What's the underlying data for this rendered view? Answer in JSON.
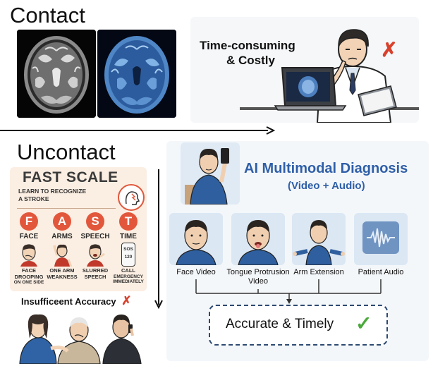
{
  "sections": {
    "contact_title": "Contact",
    "uncontact_title": "Uncontact"
  },
  "contact": {
    "note_line1": "Time-consuming",
    "note_line2": "& Costly",
    "mark": "✗"
  },
  "fast": {
    "title": "FAST SCALE",
    "subtitle_line1": "LEARN TO RECOGNIZE",
    "subtitle_line2": "A STROKE",
    "letters": [
      {
        "letter": "F",
        "word": "FACE",
        "desc_line1": "FACE",
        "desc_line2": "DROOPING",
        "desc_line3": "ON ONE SIDE"
      },
      {
        "letter": "A",
        "word": "ARMS",
        "desc_line1": "ONE ARM",
        "desc_line2": "WEAKNESS",
        "desc_line3": ""
      },
      {
        "letter": "S",
        "word": "SPEECH",
        "desc_line1": "SLURRED",
        "desc_line2": "SPEECH",
        "desc_line3": ""
      },
      {
        "letter": "T",
        "word": "TIME",
        "desc_line1": "CALL",
        "desc_line2": "EMERGENCY",
        "desc_line3": "IMMEDIATELY"
      }
    ],
    "phone_text_1": "SOS",
    "phone_text_2": "120",
    "result": "Insufficeent Accuracy",
    "mark": "✗"
  },
  "ai": {
    "title": "AI Multimodal Diagnosis",
    "subtitle": "(Video + Audio)",
    "inputs": [
      {
        "label_line1": "Face Video",
        "label_line2": "",
        "icon": "face-icon"
      },
      {
        "label_line1": "Tongue Protrusion",
        "label_line2": "Video",
        "icon": "tongue-icon"
      },
      {
        "label_line1": "Arm Extension",
        "label_line2": "",
        "icon": "arms-icon"
      },
      {
        "label_line1": "Patient Audio",
        "label_line2": "",
        "icon": "waveform-icon"
      }
    ],
    "output": "Accurate & Timely",
    "check": "✓",
    "colors": {
      "title": "#2f5fa8",
      "check": "#4caa3c",
      "cross": "#d9412c",
      "fast_red": "#e2573b"
    }
  }
}
